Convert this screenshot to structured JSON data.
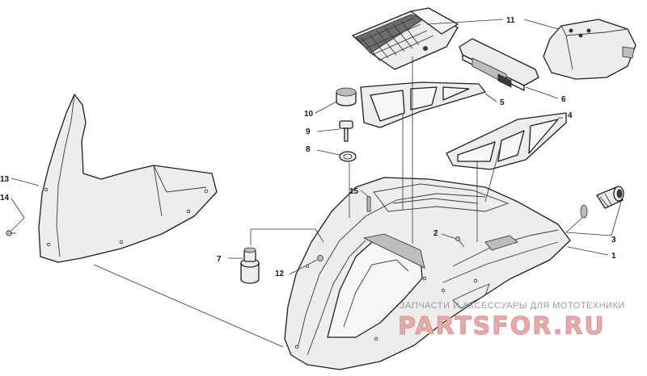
{
  "labels": {
    "l1": "1",
    "l2": "2",
    "l3": "3",
    "l4": "4",
    "l5": "5",
    "l6": "6",
    "l7": "7",
    "l8": "8",
    "l9": "9",
    "l10": "10",
    "l11": "11",
    "l12": "12",
    "l13": "13",
    "l14": "14",
    "l15": "15"
  },
  "watermark": {
    "caption": "ЗАПЧАСТИ И АКСЕССУАРЫ ДЛЯ МОТОТЕХНИКИ",
    "logo": "PARTSFOR.RU"
  },
  "colors": {
    "line": "#1e1e1e",
    "fill": "#ededed",
    "watermark": "#e7aaaa"
  }
}
